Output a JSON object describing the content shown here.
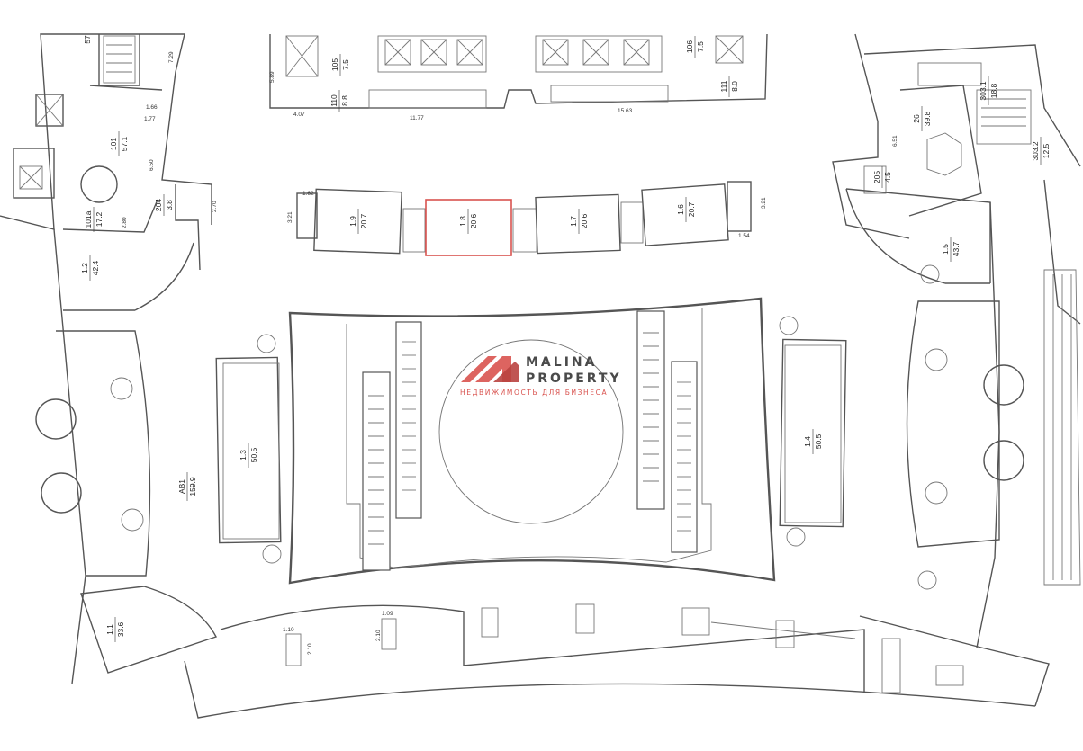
{
  "rooms": [
    {
      "id": "r57",
      "label": "57",
      "area": ""
    },
    {
      "id": "r101",
      "label": "101",
      "area": "57.1"
    },
    {
      "id": "r101a",
      "label": "101a",
      "area": "17.2"
    },
    {
      "id": "r204",
      "label": "204",
      "area": "3.8"
    },
    {
      "id": "r12",
      "label": "1.2",
      "area": "42.4"
    },
    {
      "id": "r105",
      "label": "105",
      "area": "7.5"
    },
    {
      "id": "r110",
      "label": "110",
      "area": "8.8"
    },
    {
      "id": "r106",
      "label": "106",
      "area": "7.5"
    },
    {
      "id": "r111",
      "label": "111",
      "area": "8.0"
    },
    {
      "id": "r19",
      "label": "1.9",
      "area": "20.7"
    },
    {
      "id": "r18",
      "label": "1.8",
      "area": "20.6"
    },
    {
      "id": "r17",
      "label": "1.7",
      "area": "20.6"
    },
    {
      "id": "r16",
      "label": "1.6",
      "area": "20.7"
    },
    {
      "id": "r26",
      "label": "26",
      "area": "39.8"
    },
    {
      "id": "r3031",
      "label": "303.1",
      "area": "18.8"
    },
    {
      "id": "r3032",
      "label": "303.2",
      "area": "12.5"
    },
    {
      "id": "r205",
      "label": "205",
      "area": "4.5"
    },
    {
      "id": "r15",
      "label": "1.5",
      "area": "43.7"
    },
    {
      "id": "rab1",
      "label": "AB1",
      "area": "159.9"
    },
    {
      "id": "r13",
      "label": "1.3",
      "area": "50.5"
    },
    {
      "id": "r14",
      "label": "1.4",
      "area": "50.5"
    },
    {
      "id": "r11",
      "label": "1.1",
      "area": "33.6"
    }
  ],
  "dimensions": {
    "d729": "7.29",
    "d166": "1.66",
    "d177": "1.77",
    "d650": "6.50",
    "d280": "2.80",
    "d270": "2.70",
    "d589": "5.89",
    "d407": "4.07",
    "d1177": "11.77",
    "d1563": "15.63",
    "d162": "1.62",
    "d321a": "3.21",
    "d321b": "3.21",
    "d154": "1.54",
    "d651": "6.51",
    "d110": "1.10",
    "d109": "1.09",
    "d210a": "2.10",
    "d210b": "2.10"
  },
  "logo": {
    "line1": "MALINA",
    "line2": "PROPERTY",
    "tagline": "НЕДВИЖИМОСТЬ ДЛЯ БИЗНЕСА"
  },
  "colors": {
    "highlight": "#d9534f",
    "wall": "#555555",
    "logo_text": "#4a4a4a"
  }
}
